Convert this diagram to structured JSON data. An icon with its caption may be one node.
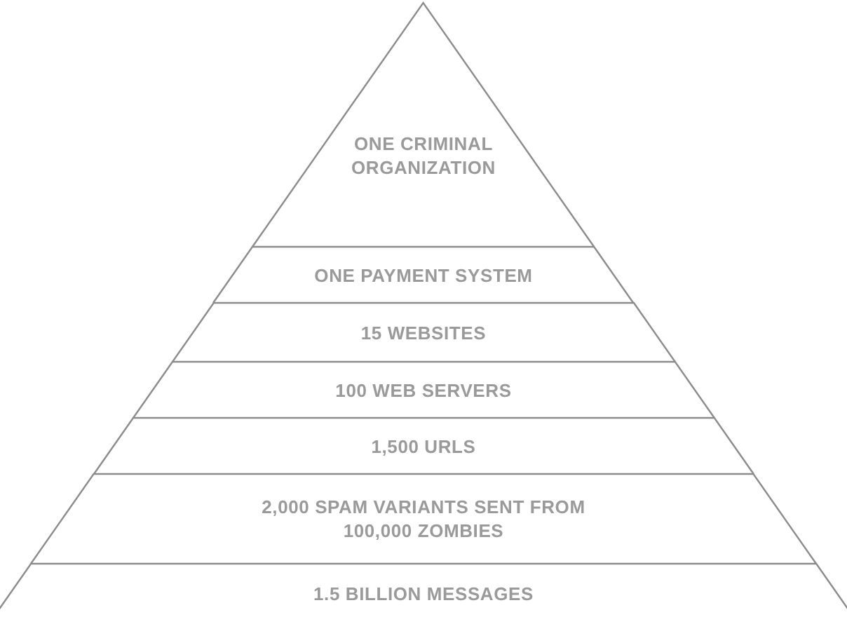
{
  "diagram": {
    "nodes": [
      {
        "text": [
          "ONE CRIMINAL ORGANIZATION"
        ]
      },
      {
        "text": [
          "ONE PAYMENT SYSTEM"
        ]
      },
      {
        "text": [
          "15 WEBSITES"
        ]
      },
      {
        "text": [
          "100 WEB SERVERS"
        ]
      },
      {
        "text": [
          "1,500 URLS"
        ]
      },
      {
        "text": [
          "2,000 SPAM VARIANTS SENT FROM 100,000 ZOMBIES"
        ]
      },
      {
        "text": [
          "1.5 BILLION MESSAGES"
        ]
      }
    ]
  }
}
